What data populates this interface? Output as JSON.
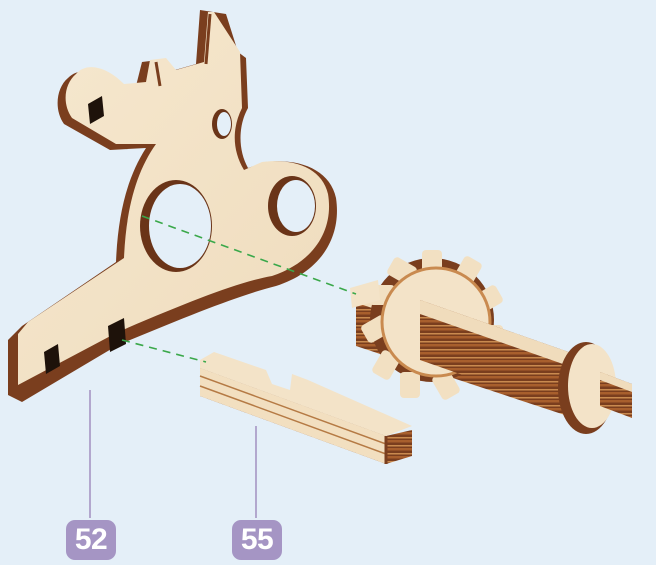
{
  "parts": [
    {
      "label": "52",
      "name": "side-plate"
    },
    {
      "label": "55",
      "name": "short-bar"
    }
  ],
  "colors": {
    "background": "#e4eff8",
    "wood_light": "#f3e3c8",
    "wood_dark": "#7a3e1e",
    "guide_line": "#3aa84a",
    "callout": "#a595c4"
  }
}
